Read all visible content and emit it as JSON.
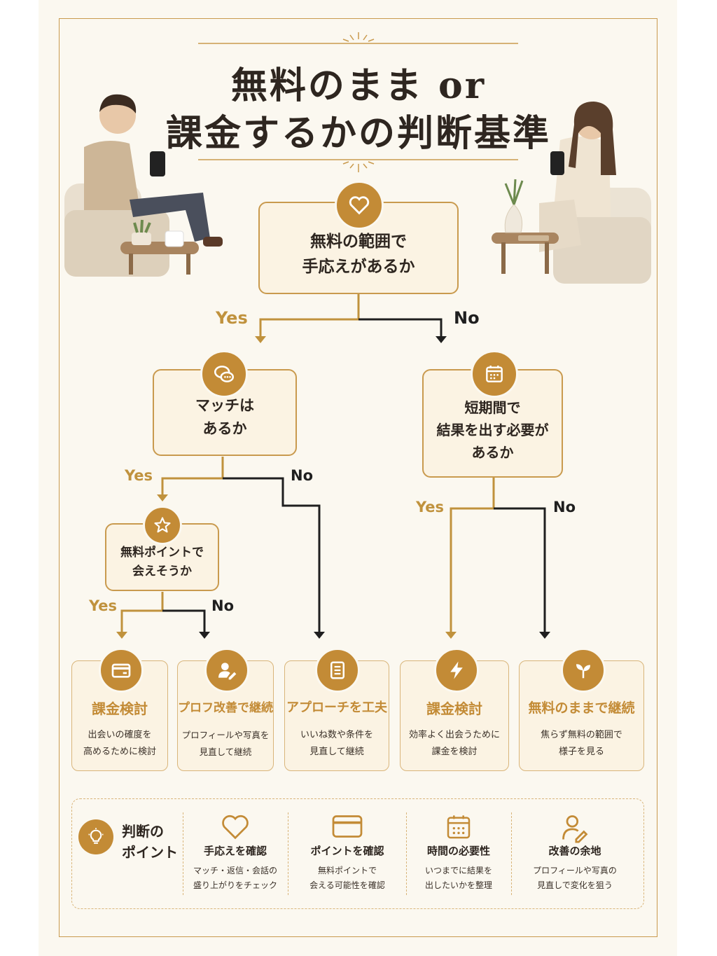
{
  "title": {
    "line1": "無料のまま or",
    "line2": "課金するかの判断基準"
  },
  "nodes": {
    "root": "無料の範囲で\n手応えがあるか",
    "match": "マッチは\nあるか",
    "short": "短期間で\n結果を出す必要が\nあるか",
    "points": "無料ポイントで\n会えそうか"
  },
  "edges": {
    "yes": "Yes",
    "no": "No"
  },
  "results": [
    {
      "title": "課金検討",
      "desc": "出会いの確度を\n高めるために検討",
      "icon": "credit-card-icon"
    },
    {
      "title": "プロフ改善で継続",
      "desc": "プロフィールや写真を\n見直して継続",
      "icon": "profile-edit-icon"
    },
    {
      "title": "アプローチを工夫",
      "desc": "いいね数や条件を\n見直して継続",
      "icon": "document-icon"
    },
    {
      "title": "課金検討",
      "desc": "効率よく出会うために\n課金を検討",
      "icon": "lightning-icon"
    },
    {
      "title": "無料のままで継続",
      "desc": "焦らず無料の範囲で\n様子を見る",
      "icon": "sprout-icon"
    }
  ],
  "key_points": {
    "title": "判断の\nポイント",
    "items": [
      {
        "title": "手応えを確認",
        "desc": "マッチ・返信・会話の\n盛り上がりをチェック",
        "icon": "heart-icon"
      },
      {
        "title": "ポイントを確認",
        "desc": "無料ポイントで\n会える可能性を確認",
        "icon": "credit-card-icon"
      },
      {
        "title": "時間の必要性",
        "desc": "いつまでに結果を\n出したいかを整理",
        "icon": "calendar-icon"
      },
      {
        "title": "改善の余地",
        "desc": "プロフィールや写真の\n見直しで変化を狙う",
        "icon": "profile-edit-icon"
      }
    ]
  },
  "colors": {
    "accent": "#c38b36",
    "border": "#c99a4e",
    "yes_line": "#c0923d",
    "no_line": "#1f1f1f",
    "background": "#fbf8f0"
  }
}
